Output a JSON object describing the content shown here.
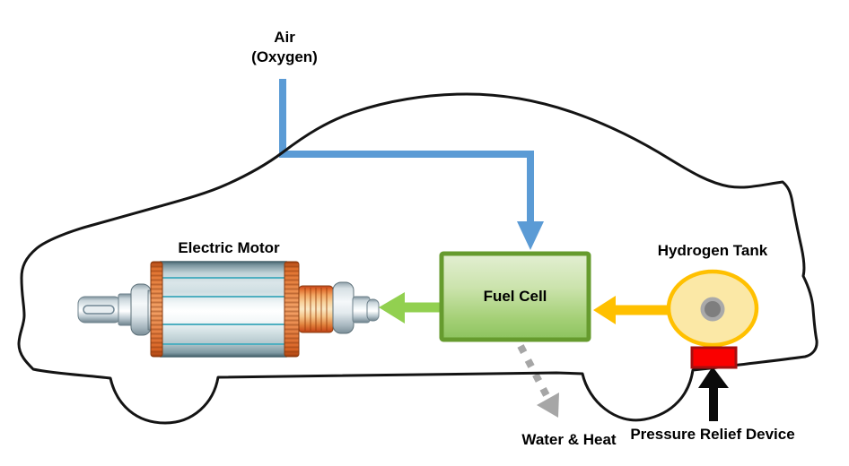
{
  "labels": {
    "air_line1": "Air",
    "air_line2": "(Oxygen)",
    "electric_motor": "Electric Motor",
    "fuel_cell": "Fuel Cell",
    "hydrogen_tank": "Hydrogen Tank",
    "water_heat": "Water & Heat",
    "pressure_relief": "Pressure Relief Device"
  },
  "colors": {
    "air_flow": "#5B9BD5",
    "hydrogen_flow": "#FFC000",
    "power_flow": "#92D050",
    "exhaust_flow": "#A6A6A6",
    "pressure_arrow": "#0A0A0A",
    "car_outline": "#141414",
    "fuel_cell_border": "#669B2E",
    "fuel_cell_fill_top": "#E3EFD3",
    "fuel_cell_fill_bottom": "#8CC35E",
    "tank_fill": "#FBE8A6",
    "tank_border": "#FFC000",
    "tank_hub_outer": "#A9A9A9",
    "tank_hub_inner": "#7E7E7E",
    "relief_device_fill": "#FA0000",
    "relief_device_border": "#A50F0F",
    "motor_copper": "#E87D3C"
  },
  "flows": [
    {
      "from": "Air (Oxygen)",
      "to": "Fuel Cell",
      "color": "#5B9BD5",
      "style": "solid"
    },
    {
      "from": "Hydrogen Tank",
      "to": "Fuel Cell",
      "color": "#FFC000",
      "style": "solid"
    },
    {
      "from": "Fuel Cell",
      "to": "Electric Motor",
      "color": "#92D050",
      "style": "solid"
    },
    {
      "from": "Fuel Cell",
      "to": "Water & Heat",
      "color": "#A6A6A6",
      "style": "dashed"
    },
    {
      "from": "Pressure Relief Device",
      "to": "Hydrogen Tank",
      "color": "#0A0A0A",
      "style": "solid"
    }
  ]
}
